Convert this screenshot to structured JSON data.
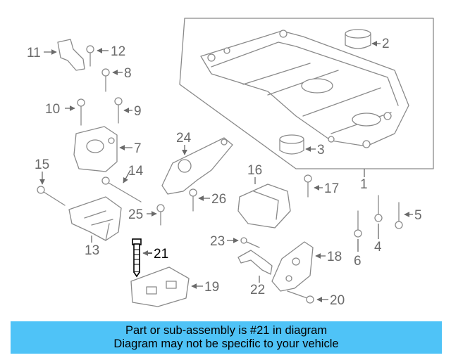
{
  "callouts": {
    "c1": "1",
    "c2": "2",
    "c3": "3",
    "c4": "4",
    "c5": "5",
    "c6": "6",
    "c7": "7",
    "c8": "8",
    "c9": "9",
    "c10": "10",
    "c11": "11",
    "c12": "12",
    "c13": "13",
    "c14": "14",
    "c15": "15",
    "c16": "16",
    "c17": "17",
    "c18": "18",
    "c19": "19",
    "c20": "20",
    "c21": "21",
    "c22": "22",
    "c23": "23",
    "c24": "24",
    "c25": "25",
    "c26": "26"
  },
  "highlight_part": "21",
  "colors": {
    "banner": "#4fc3f7",
    "highlight": "#000000",
    "lines": "#8a8a8a"
  },
  "banner": {
    "line1": "Part or sub-assembly is #21 in diagram",
    "line2": "Diagram may not be specific to your vehicle"
  }
}
